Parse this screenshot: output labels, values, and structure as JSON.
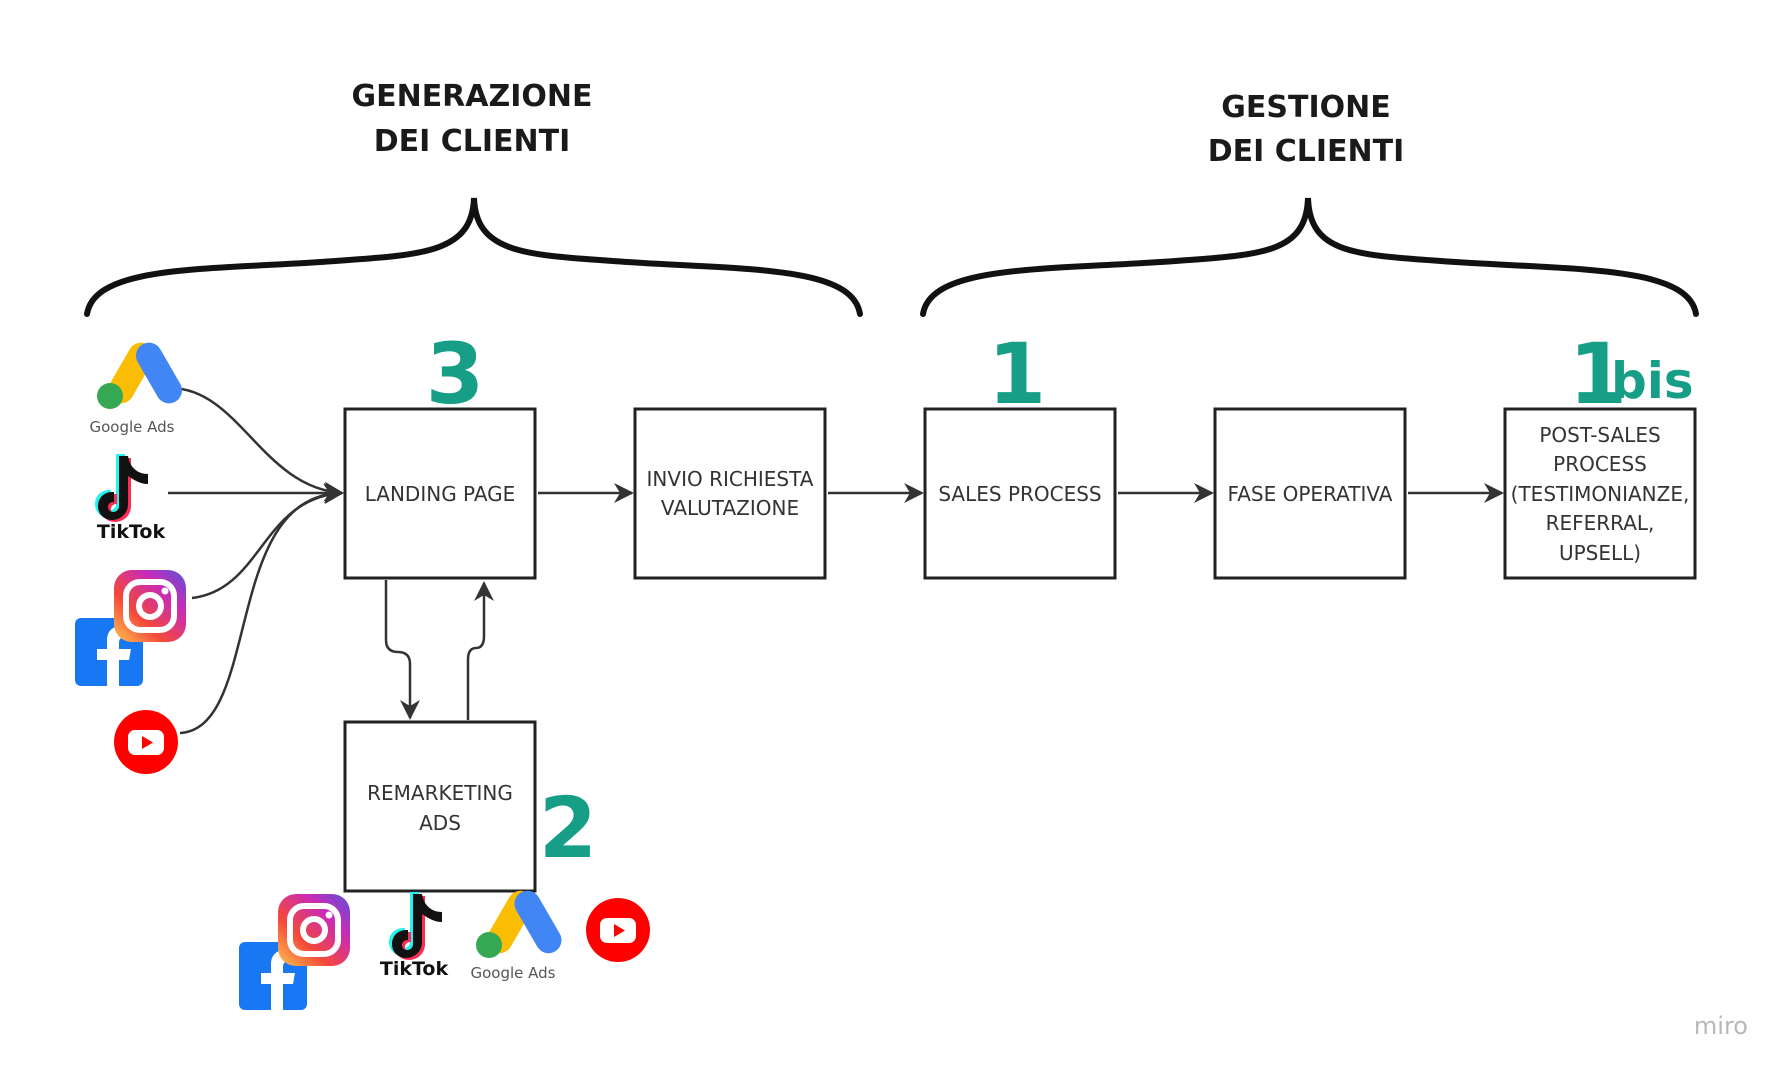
{
  "headings": {
    "left": [
      "GENERAZIONE",
      "DEI CLIENTI"
    ],
    "right": [
      "GESTIONE",
      "DEI CLIENTI"
    ]
  },
  "boxes": {
    "landing": [
      "LANDING PAGE"
    ],
    "invio": [
      "INVIO RICHIESTA",
      "VALUTAZIONE"
    ],
    "sales": [
      "SALES PROCESS"
    ],
    "fase": [
      "FASE OPERATIVA"
    ],
    "post": [
      "POST-SALES",
      "PROCESS",
      "(TESTIMONIANZE,",
      "REFERRAL,",
      "UPSELL)"
    ],
    "remarketing": [
      "REMARKETING",
      "ADS"
    ]
  },
  "numbers": {
    "landing": "3",
    "sales": "1",
    "post_main": "1",
    "post_suffix": "bis",
    "remarketing": "2"
  },
  "logos": {
    "google_ads_label": "Google Ads",
    "tiktok_label": "TikTok"
  },
  "watermark": "miro",
  "colors": {
    "accent_number": "#179e87",
    "stroke": "#222222",
    "facebook": "#1877f2",
    "youtube": "#ff0000",
    "google_blue": "#4285f4",
    "google_yellow": "#fbbc04",
    "google_green": "#34a853"
  }
}
